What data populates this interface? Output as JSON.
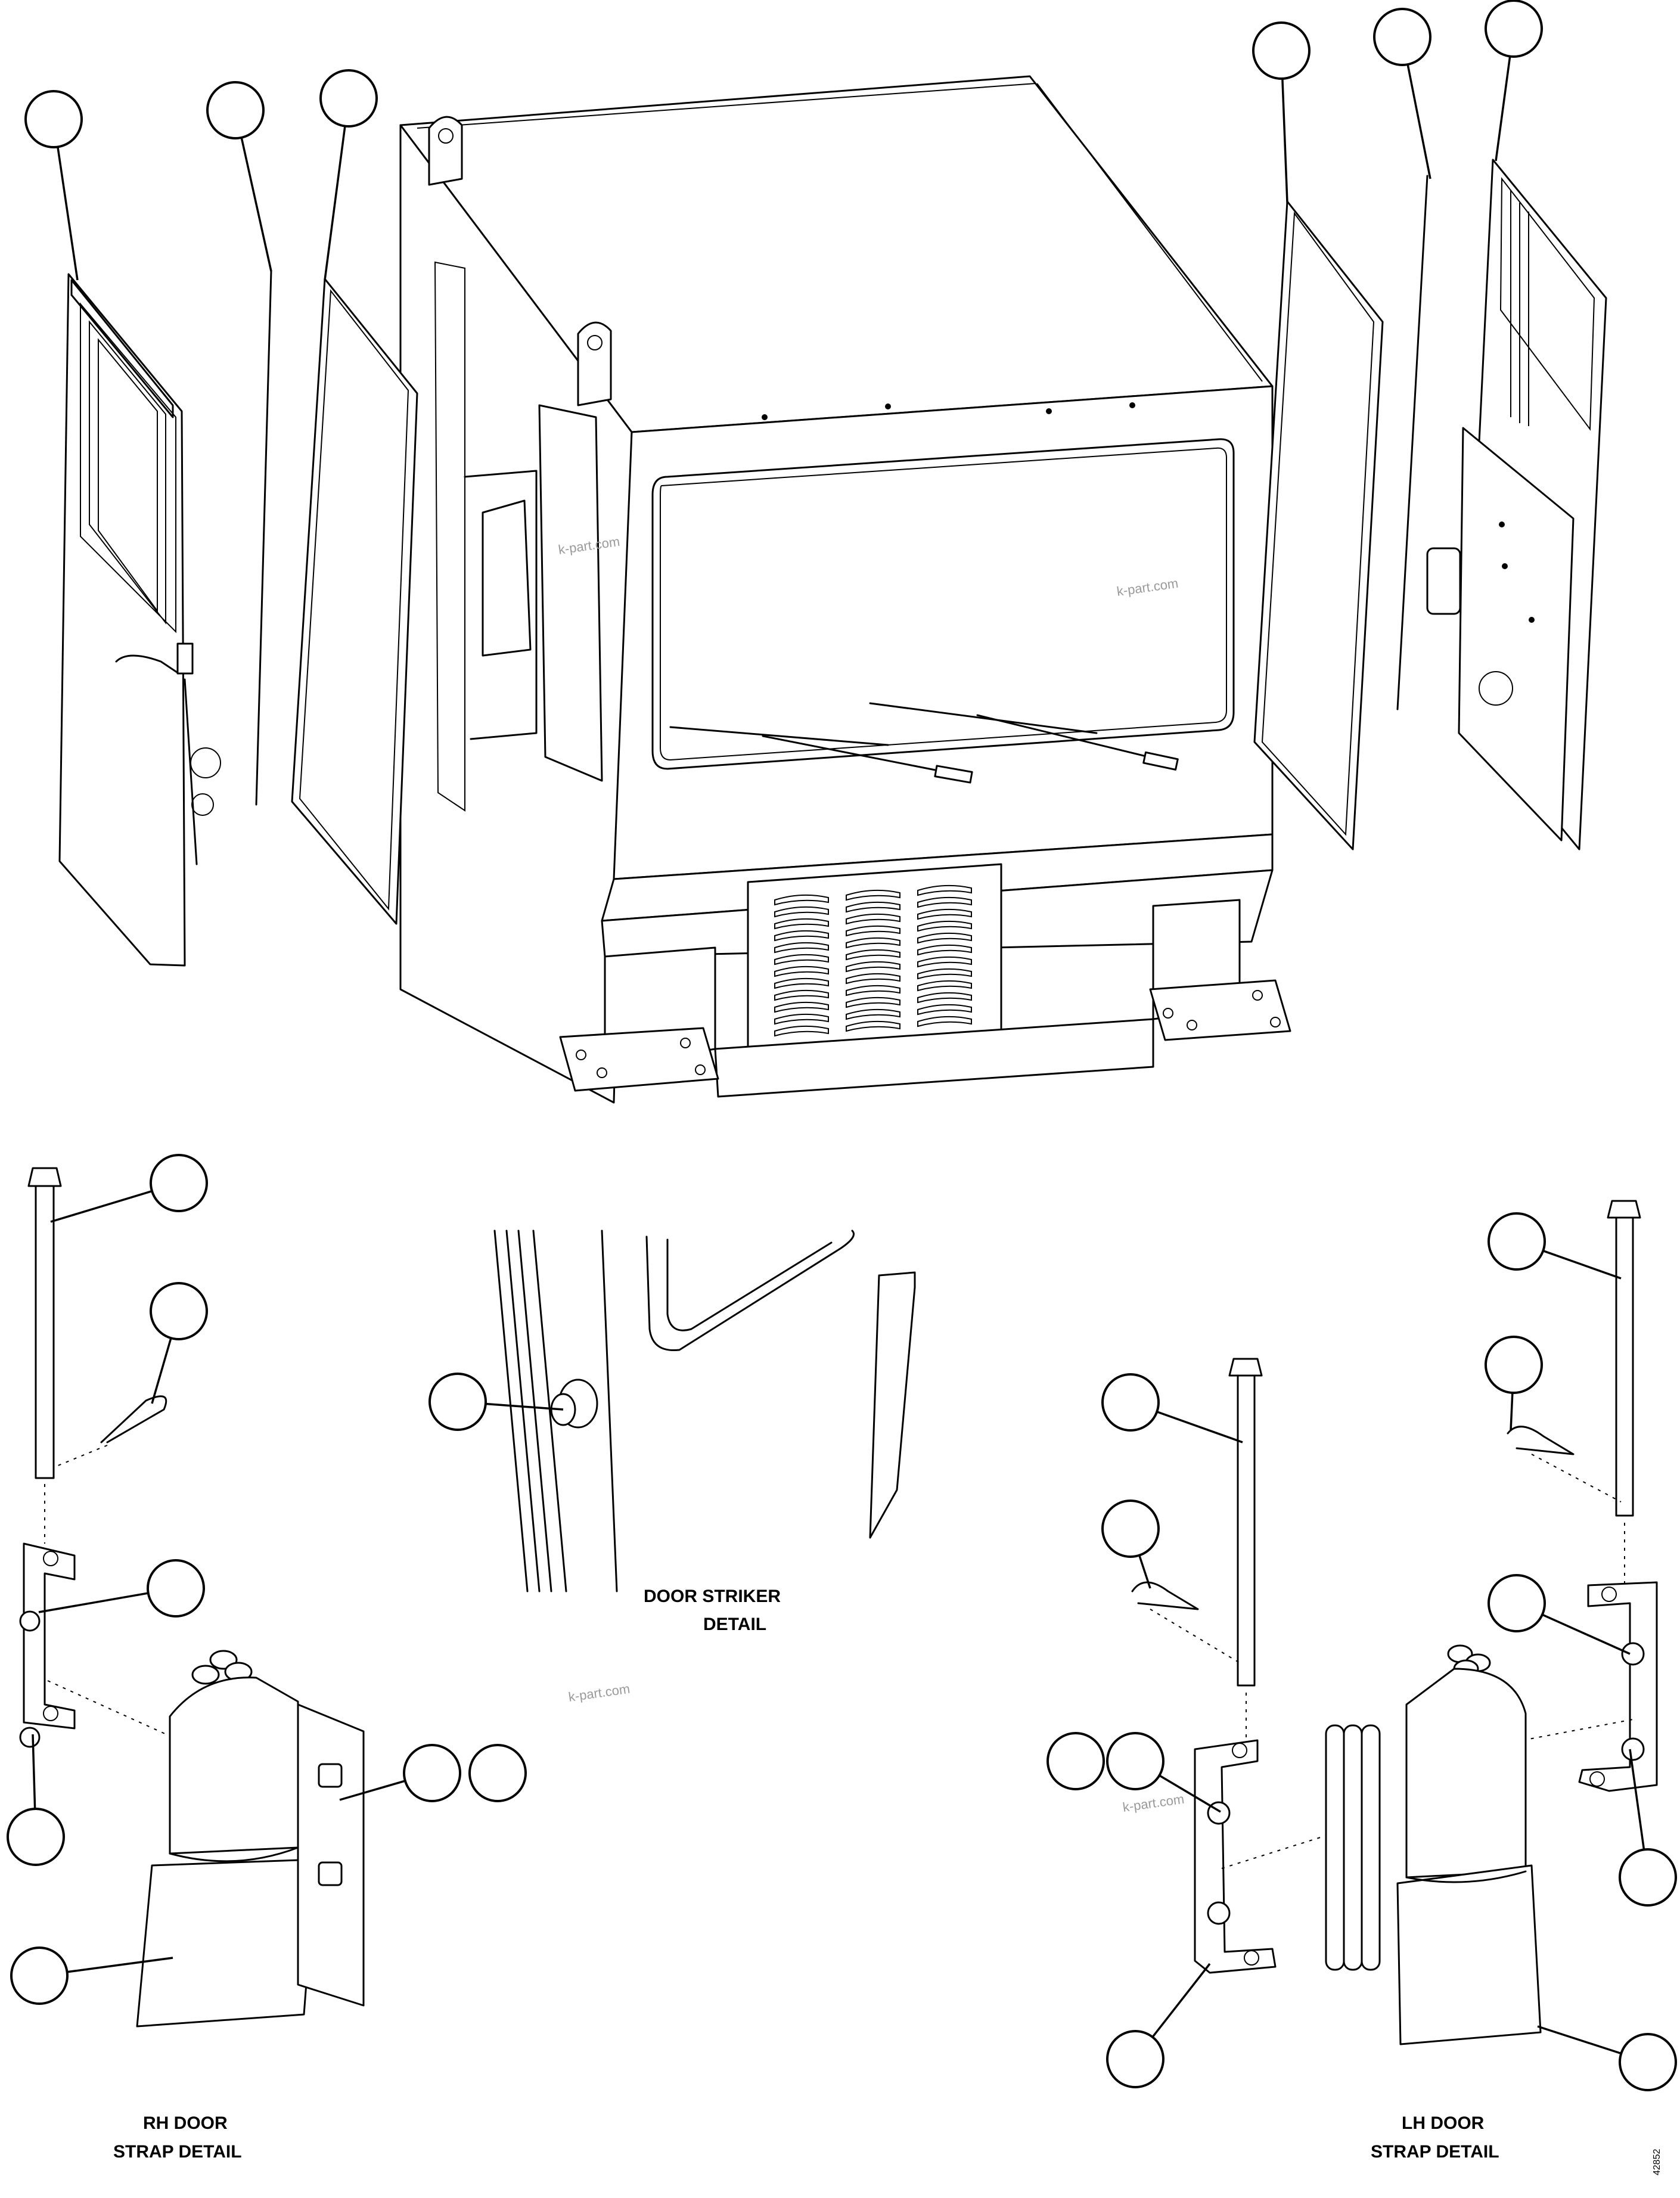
{
  "labels": {
    "door_striker_line1": "DOOR STRIKER",
    "door_striker_line2": "DETAIL",
    "rh_strap_line1": "RH DOOR",
    "rh_strap_line2": "STRAP DETAIL",
    "lh_strap_line1": "LH DOOR",
    "lh_strap_line2": "STRAP DETAIL"
  },
  "watermarks": [
    "k-part.com",
    "k-part.com",
    "k-part.com",
    "k-part.com"
  ],
  "figure_number": "42852",
  "colors": {
    "line": "#000000",
    "background": "#ffffff",
    "watermark": "#9a9a9a"
  }
}
